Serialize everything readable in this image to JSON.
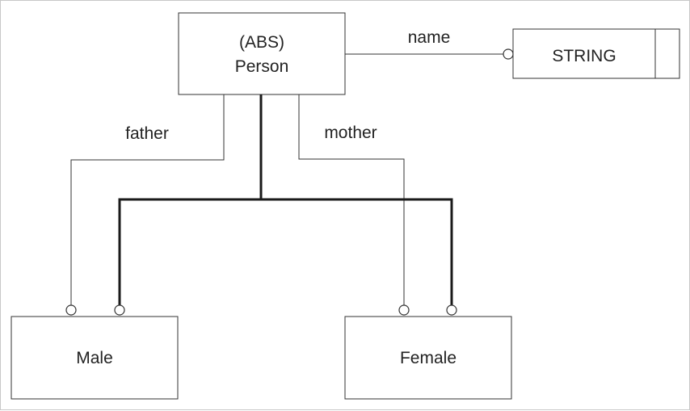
{
  "entities": {
    "person": {
      "line1": "(ABS)",
      "line2": "Person"
    },
    "string": "STRING",
    "male": "Male",
    "female": "Female"
  },
  "relations": {
    "name": "name",
    "father": "father",
    "mother": "mother"
  }
}
